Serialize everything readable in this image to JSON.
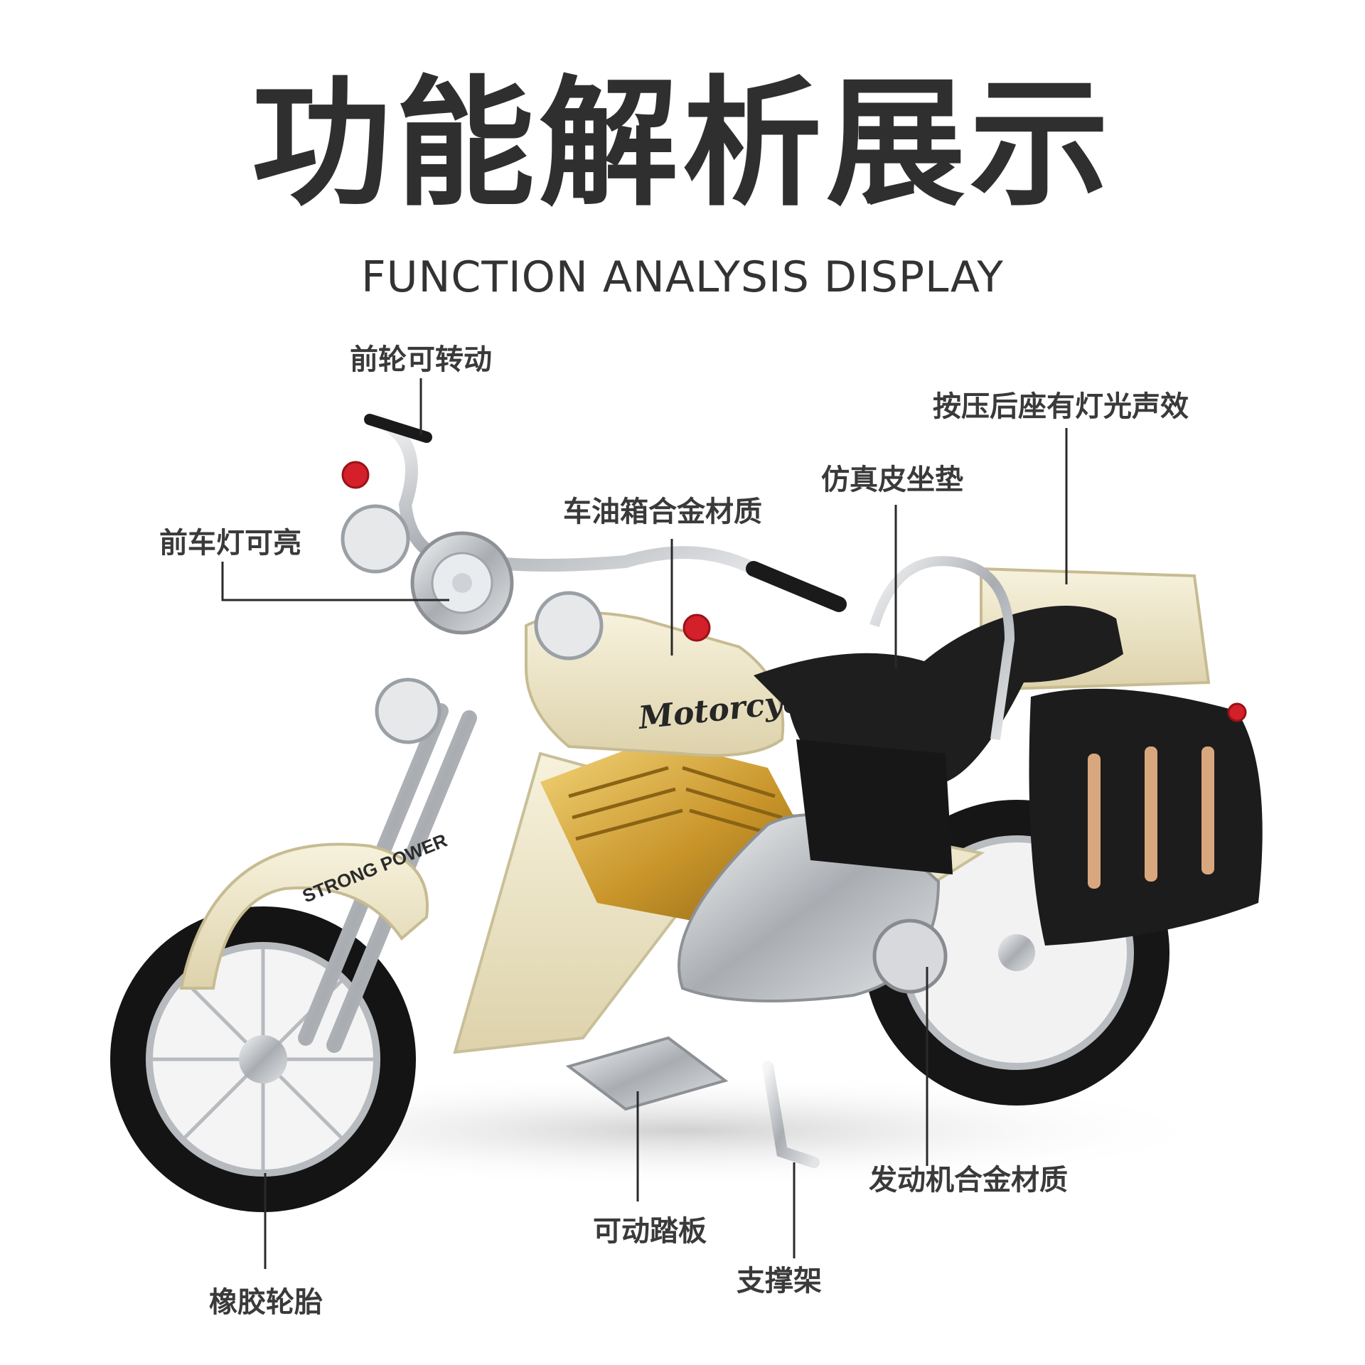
{
  "header": {
    "title": "功能解析展示",
    "subtitle": "FUNCTION ANALYSIS DISPLAY"
  },
  "motorcycle": {
    "tank_script": "Motorcycle",
    "fender_text": "STRONG POWER"
  },
  "callouts": {
    "front_wheel_turn": "前轮可转动",
    "headlight": "前车灯可亮",
    "fuel_tank": "车油箱合金材质",
    "leather_seat": "仿真皮坐垫",
    "rear_seat_sound": "按压后座有灯光声效",
    "engine": "发动机合金材质",
    "footboard": "可动踏板",
    "kickstand": "支撑架",
    "tire": "橡胶轮胎"
  },
  "colors": {
    "body_cream": "#efe7c8",
    "chrome": "#c9ccd0",
    "engine_gold": "#d1a435",
    "leather_black": "#1e1e1e",
    "reflector_red": "#d3202a",
    "title_gray": "#2f2f2f"
  }
}
